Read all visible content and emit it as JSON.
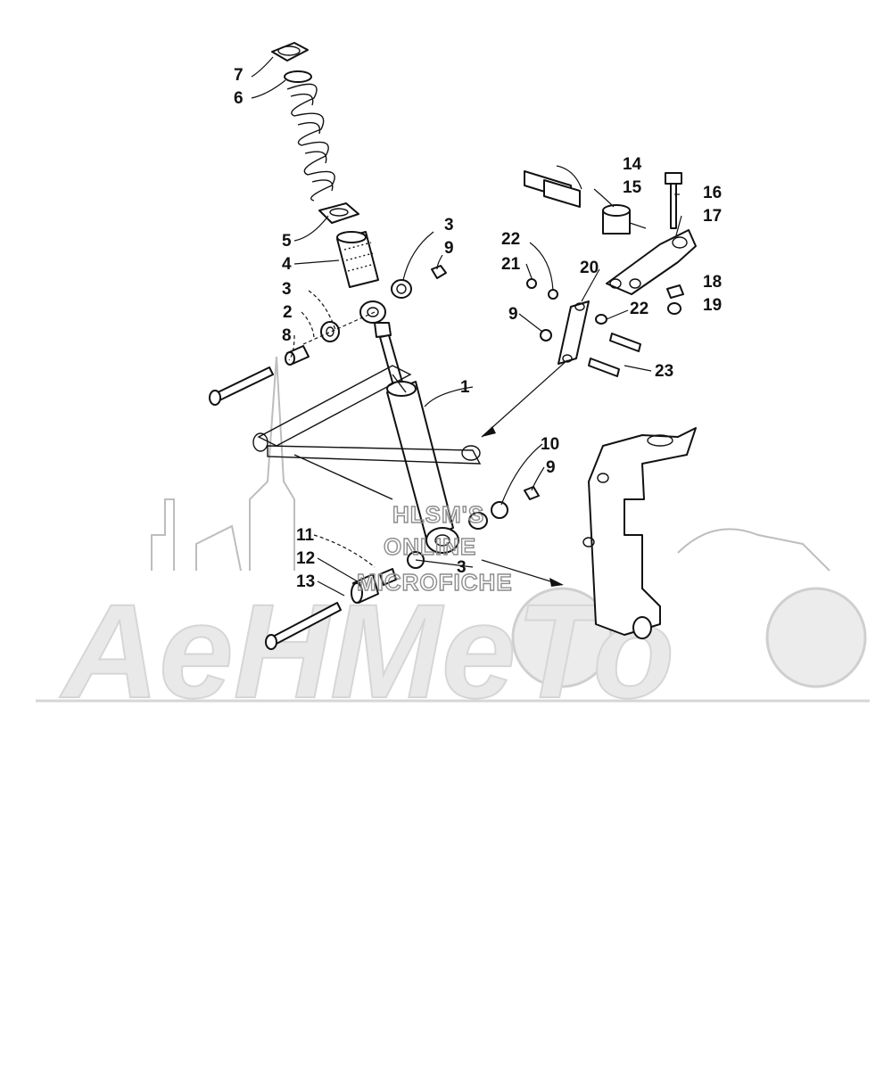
{
  "watermark": {
    "line1": "HLSM'S",
    "line2": "ONLINE",
    "line3": "MICROFICHE",
    "logo_text": "AeHMeTo"
  },
  "callouts": {
    "c1": "1",
    "c2": "2",
    "c3a": "3",
    "c3b": "3",
    "c3c": "3",
    "c4": "4",
    "c5": "5",
    "c6": "6",
    "c7": "7",
    "c8": "8",
    "c9a": "9",
    "c9b": "9",
    "c9c": "9",
    "c10": "10",
    "c11": "11",
    "c12": "12",
    "c13": "13",
    "c14": "14",
    "c15": "15",
    "c16": "16",
    "c17": "17",
    "c18": "18",
    "c19": "19",
    "c20": "20",
    "c21": "21",
    "c22a": "22",
    "c22b": "22",
    "c23": "23"
  }
}
